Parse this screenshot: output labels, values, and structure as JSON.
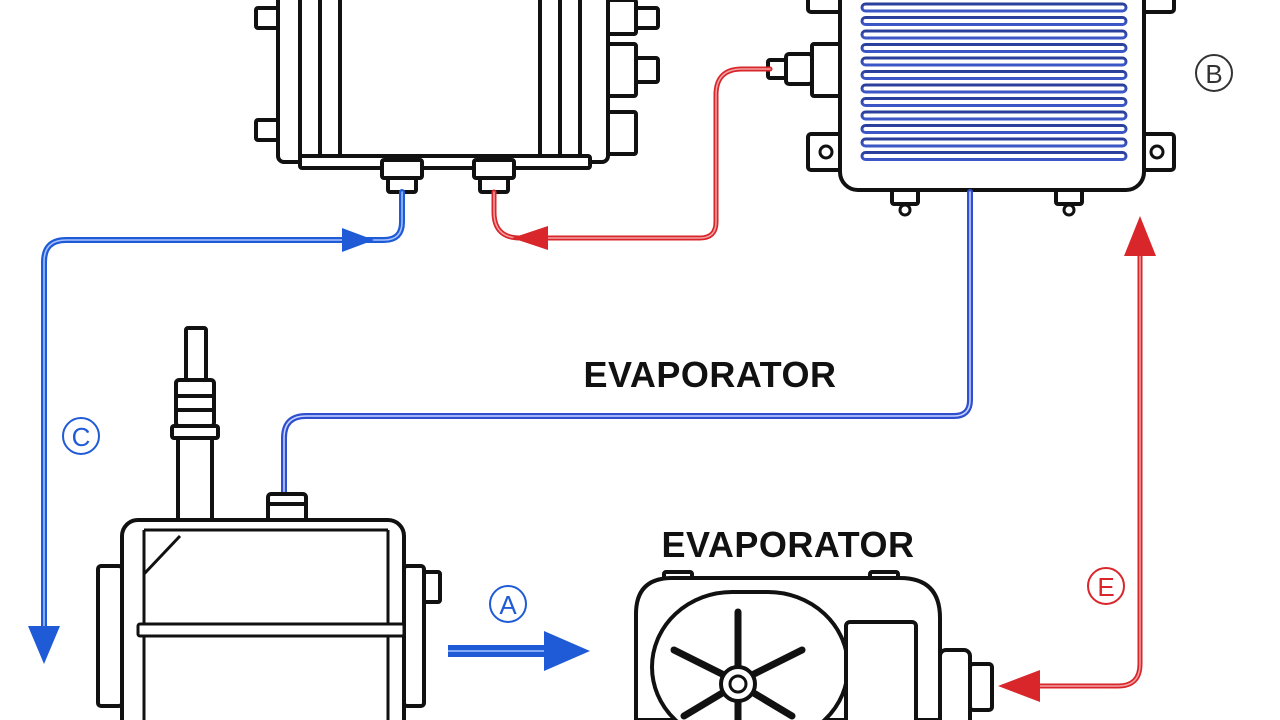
{
  "labels": {
    "evaporator_upper": "EVAPORATOR",
    "evaporator_lower": "EVAPORATOR"
  },
  "markers": {
    "a": "A",
    "b": "B",
    "c": "C",
    "e": "E"
  },
  "colors": {
    "line_blue": "#1f5bd6",
    "line_red": "#d8262b",
    "outline": "#111111",
    "fins_blue": "#2a3f8f"
  }
}
